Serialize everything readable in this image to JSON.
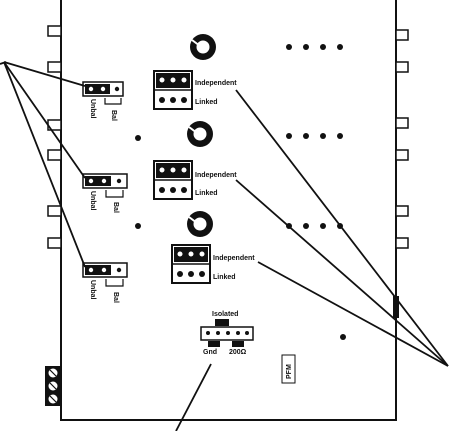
{
  "channels": [
    {
      "jumper": {
        "unbal": "Unbal",
        "bal": "Bal"
      },
      "link": {
        "independent": "Independent",
        "linked": "Linked"
      }
    },
    {
      "jumper": {
        "unbal": "Unbal",
        "bal": "Bal"
      },
      "link": {
        "independent": "Independent",
        "linked": "Linked"
      }
    },
    {
      "jumper": {
        "unbal": "Unbal",
        "bal": "Bal"
      },
      "link": {
        "independent": "Independent",
        "linked": "Linked"
      }
    }
  ],
  "ground": {
    "isolated": "Isolated",
    "gnd": "Gnd",
    "ohm200": "200Ω"
  },
  "badge": "PFM",
  "colors": {
    "ink": "#111111",
    "board": "#ffffff"
  }
}
